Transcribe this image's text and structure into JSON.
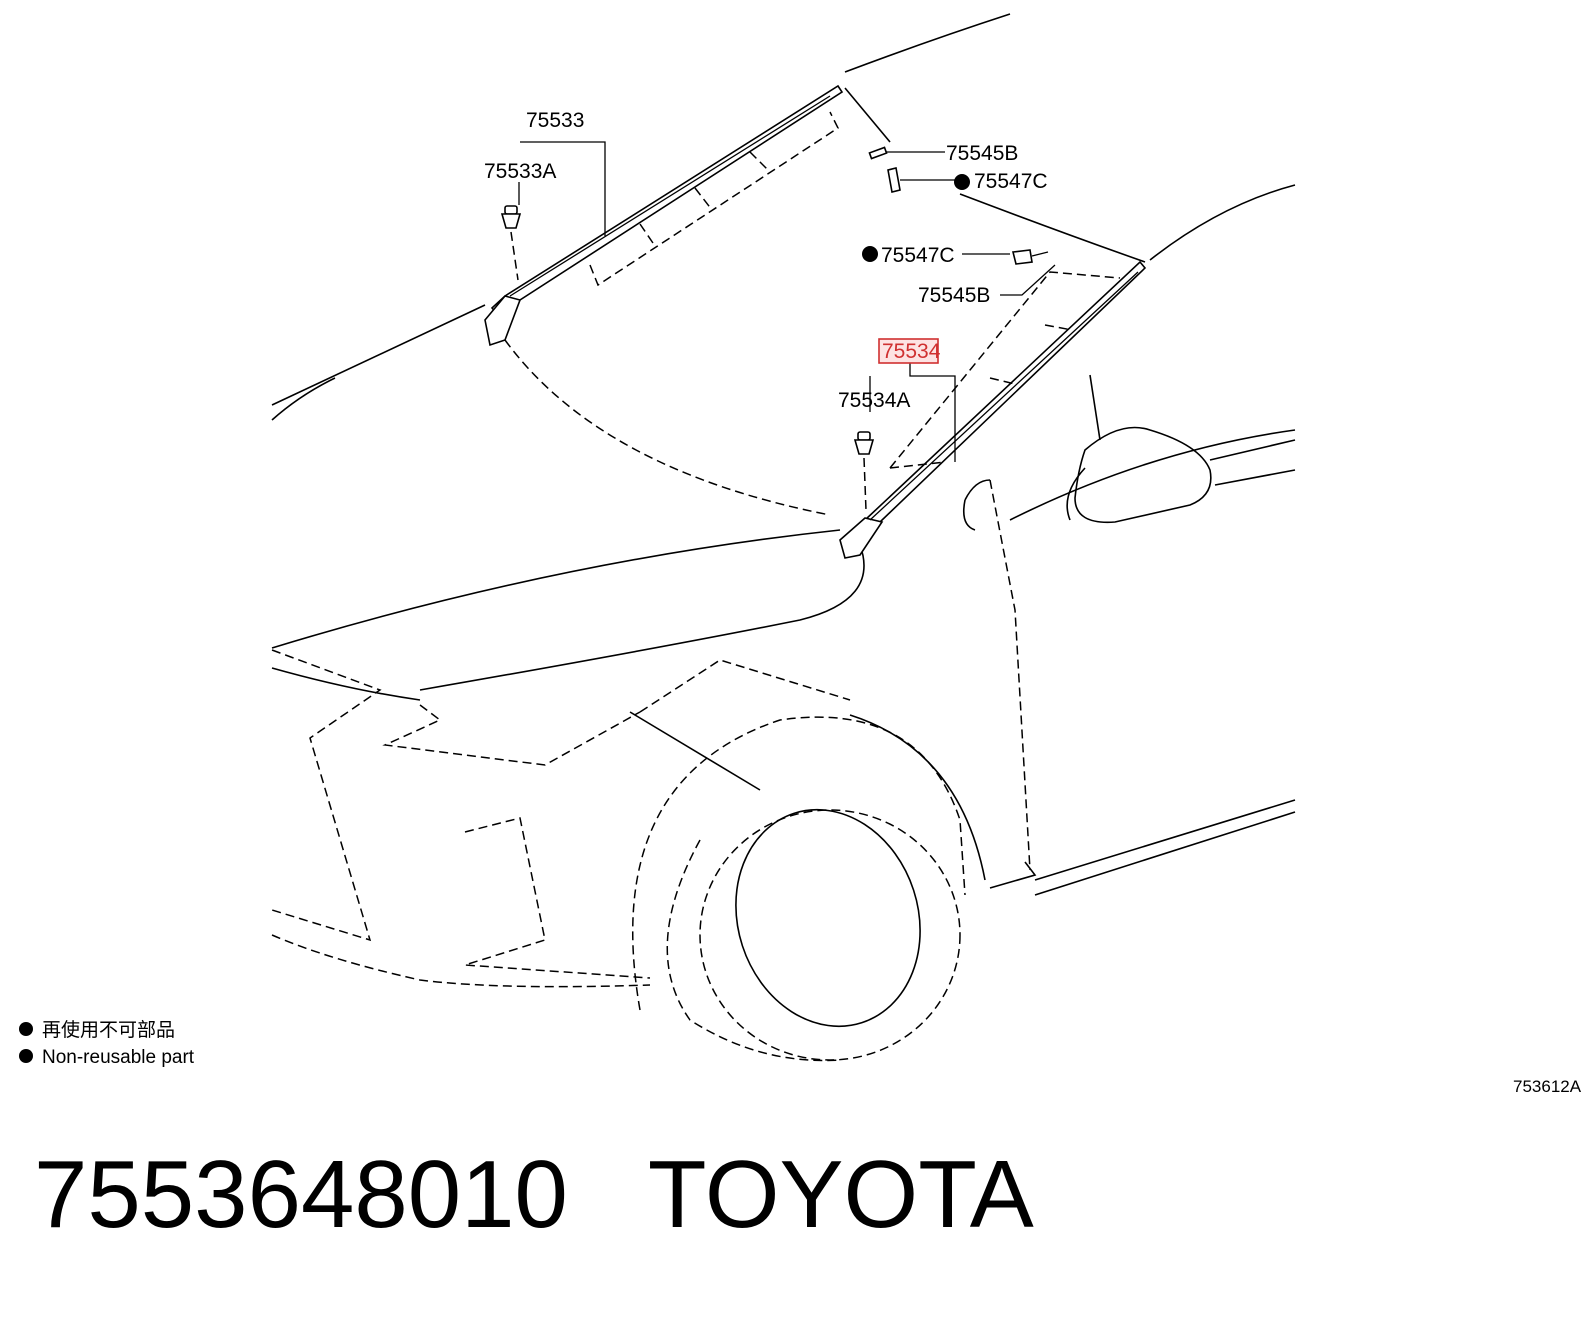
{
  "diagram": {
    "labels": {
      "upper_molding": "75533",
      "upper_clip": "75533A",
      "upper_retainer": "75545B",
      "upper_screw": "75547C",
      "lower_screw": "75547C",
      "lower_retainer": "75545B",
      "selected_molding": "75534",
      "lower_clip": "75534A"
    },
    "selected_part": "75534",
    "highlight_color": "#d03030",
    "legend": {
      "marker_icon": "filled-circle",
      "japanese": "再使用不可部品",
      "english": "Non-reusable part"
    },
    "illustration_code": "753612A"
  },
  "footer": {
    "part_number": "7553648010",
    "brand": "TOYOTA"
  }
}
